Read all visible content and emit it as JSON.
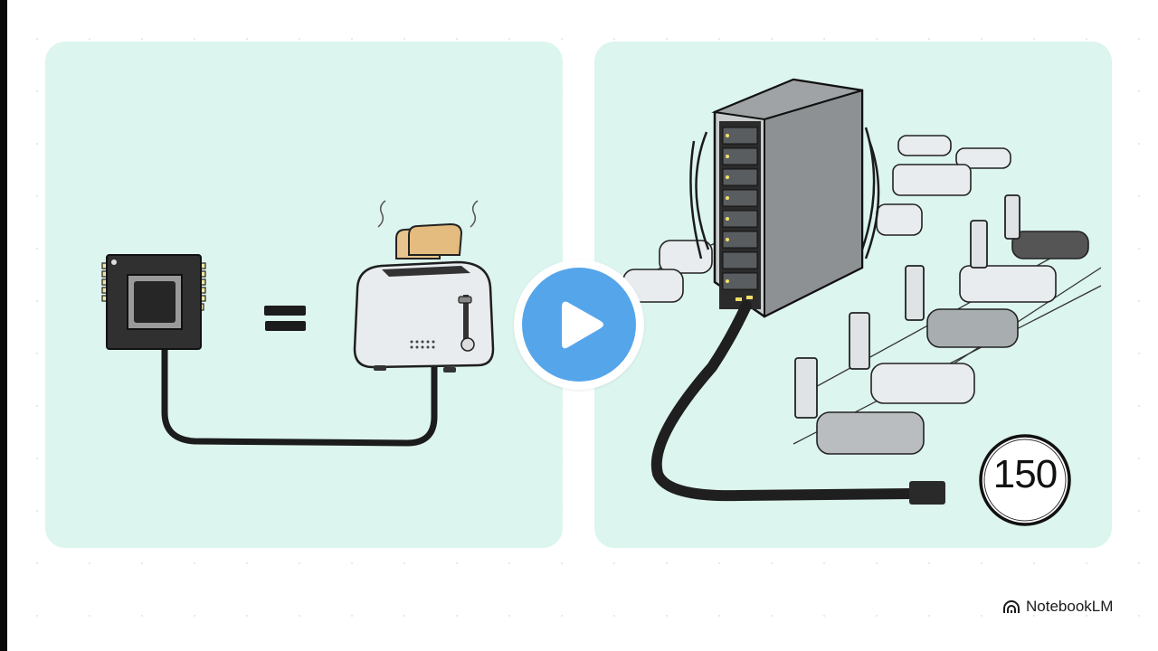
{
  "video": {
    "play_button_label": "Play video",
    "play_color": "#55a5ea"
  },
  "slide": {
    "left_panel": {
      "illustration": "chip-equals-toaster",
      "equals_sign": "="
    },
    "right_panel": {
      "illustration": "server-rack-powering-cars",
      "badge_value": "150"
    },
    "panel_color": "#dcf5ee"
  },
  "brand": {
    "name": "NotebookLM",
    "icon": "notebooklm-logo-icon"
  }
}
